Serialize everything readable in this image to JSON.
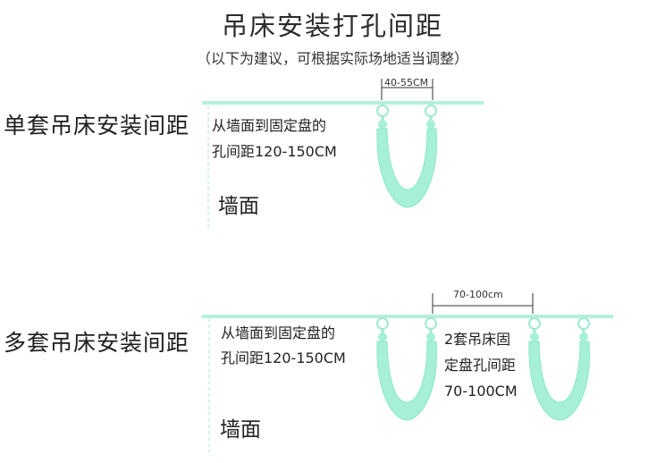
{
  "title": "吊床安装打孔间距",
  "subtitle": "（以下为建议，可根据实际场地适当调整）",
  "colors": {
    "beam": "#b4f0dc",
    "hammock_fill": "#a6f0d6",
    "hammock_stroke": "#7fe3c1",
    "wall_dash": "#c9efe2",
    "measure": "#333333"
  },
  "single": {
    "label": "单套吊床安装间距",
    "note_line1": "从墙面到固定盘的",
    "note_line2": "孔间距120-150CM",
    "wall_label": "墙面",
    "measure_label": "40-55CM"
  },
  "multi": {
    "label": "多套吊床安装间距",
    "note_line1": "从墙面到固定盘的",
    "note_line2": "孔间距120-150CM",
    "wall_label": "墙面",
    "measure_label": "70-100cm",
    "between_line1": "2套吊床固",
    "between_line2": "定盘孔间距",
    "between_line3": "70-100CM"
  }
}
